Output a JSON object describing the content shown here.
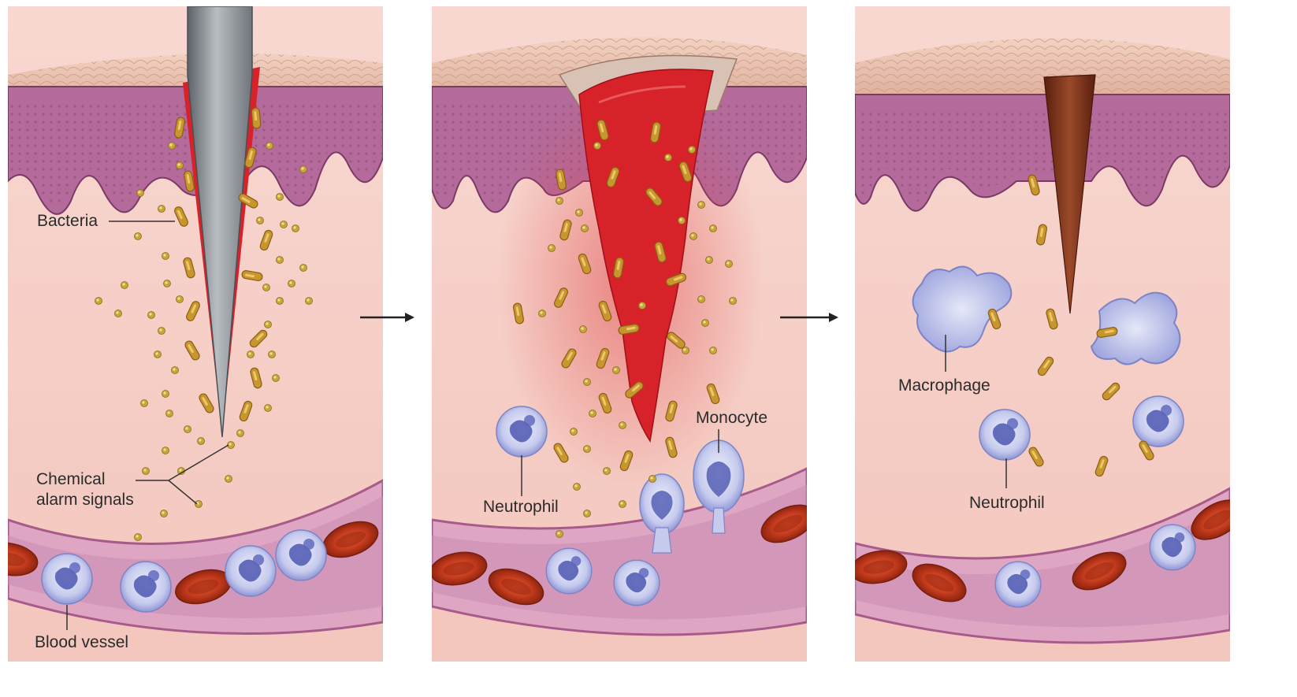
{
  "panels": [
    {
      "id": "panel-1",
      "labels": {
        "bacteria": "Bacteria",
        "chemical_line1": "Chemical",
        "chemical_line2": "alarm signals",
        "blood_vessel": "Blood vessel"
      }
    },
    {
      "id": "panel-2",
      "labels": {
        "monocyte": "Monocyte",
        "neutrophil": "Neutrophil"
      }
    },
    {
      "id": "panel-3",
      "labels": {
        "macrophage": "Macrophage",
        "neutrophil": "Neutrophil"
      }
    }
  ],
  "colors": {
    "tissue": "#f6cfc8",
    "skin": "#e8b9a8",
    "epidermis": "#b46a9a",
    "blood": "#d8222a",
    "scab": "#7a2d18",
    "bacteria": "#c8962e",
    "signal": "#c9a63a",
    "rbc": "#c0391e",
    "wbc": "#9ea4dc",
    "vessel": "#c07aa8"
  }
}
